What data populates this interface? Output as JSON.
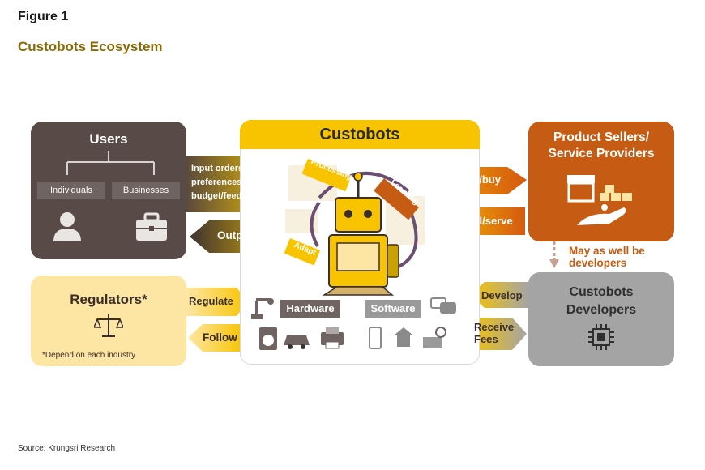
{
  "figure_label": "Figure 1",
  "title": "Custobots Ecosystem",
  "source": "Source: Krungsri Research",
  "users": {
    "title": "Users",
    "items": [
      "Individuals",
      "Businesses"
    ]
  },
  "center": {
    "title": "Custobots",
    "cycle": [
      "Processing",
      "Learning",
      "Adapt"
    ],
    "hardware": "Hardware",
    "software": "Software"
  },
  "sellers": {
    "title_line1": "Product Sellers/",
    "title_line2": "Service Providers"
  },
  "developers": {
    "title_line1": "Custobots",
    "title_line2": "Developers"
  },
  "regulators": {
    "title": "Regulators*",
    "note": "*Depend on each industry"
  },
  "arrows": {
    "input_line1": "Input orders/",
    "input_line2": "preferences/",
    "input_line3": "budget/feedback",
    "output": "Output",
    "negotiate": "Negotiate/buy",
    "sell": "Sell/serve",
    "regulate": "Regulate",
    "follow": "Follow",
    "develop": "Develop",
    "receive_line1": "Receive",
    "receive_line2": "Fees"
  },
  "may_be_developers_line1": "May as well be",
  "may_be_developers_line2": "developers",
  "colors": {
    "users": "#574a47",
    "custobots": "#f8c400",
    "sellers": "#c65c13",
    "developers": "#a4a4a4",
    "regulators": "#fde6a4"
  }
}
